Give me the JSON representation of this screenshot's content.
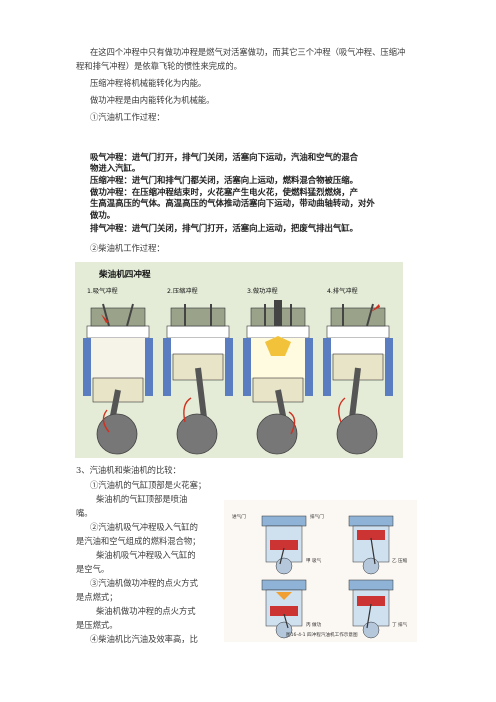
{
  "paragraphs": {
    "p1a": "在这四个冲程中只有做功冲程是燃气对活塞做功，而其它三个冲程（吸气冲程、压缩冲",
    "p1b": "程和排气冲程）是依靠飞轮的惯性来完成的。",
    "p2": "压缩冲程将机械能转化为内能。",
    "p3": "做功冲程是由内能转化为机械能。",
    "p4": "①汽油机工作过程：",
    "p5": "②柴油机工作过程："
  },
  "strokes": [
    "吸气冲程：进气门打开，排气门关闭，活塞向下运动，汽油和空气的混合",
    "物进入汽缸。",
    "压缩冲程：进气门和排气门都关闭，活塞向上运动，燃料混合物被压缩。",
    "做功冲程：在压缩冲程结束时，火花塞产生电火花，使燃料猛烈燃烧，产",
    "生高温高压的气体。高温高压的气体推动活塞向下运动，带动曲轴转动，对外",
    "做功。",
    "排气冲程：进气门关闭，排气门打开，活塞向上运动，把废气排出气缸。"
  ],
  "diesel": {
    "title": "柴油机四冲程",
    "panels": [
      "1.吸气冲程",
      "2.压缩冲程",
      "3.做功冲程",
      "4.排气冲程"
    ]
  },
  "comparison": {
    "heading": "3、汽油机和柴油机的比较：",
    "lines": [
      "①汽油机的气缸顶部是火花塞；",
      "柴油机的气缸顶部是喷油",
      "嘴。",
      "②汽油机吸气冲程吸入气缸的",
      "是汽油和空气组成的燃料混合物；",
      "柴油机吸气冲程吸入气缸的",
      "是空气。",
      "③汽油机做功冲程的点火方式",
      "是点燃式；",
      "柴油机做功冲程的点火方式",
      "是压燃式。",
      "④柴油机比汽油及效率高，比"
    ]
  },
  "gas_figure": {
    "labels": [
      "进气门",
      "排气门",
      "甲 吸气",
      "乙 压缩",
      "丙 做功",
      "丁 排气"
    ],
    "caption": "图16-4-1 四冲程汽油机工作示意图"
  },
  "colors": {
    "diesel_bg": "#e4ecd8",
    "cylinder": "#5a7cc0",
    "piston": "#e8e4c8",
    "crank": "#777777"
  }
}
